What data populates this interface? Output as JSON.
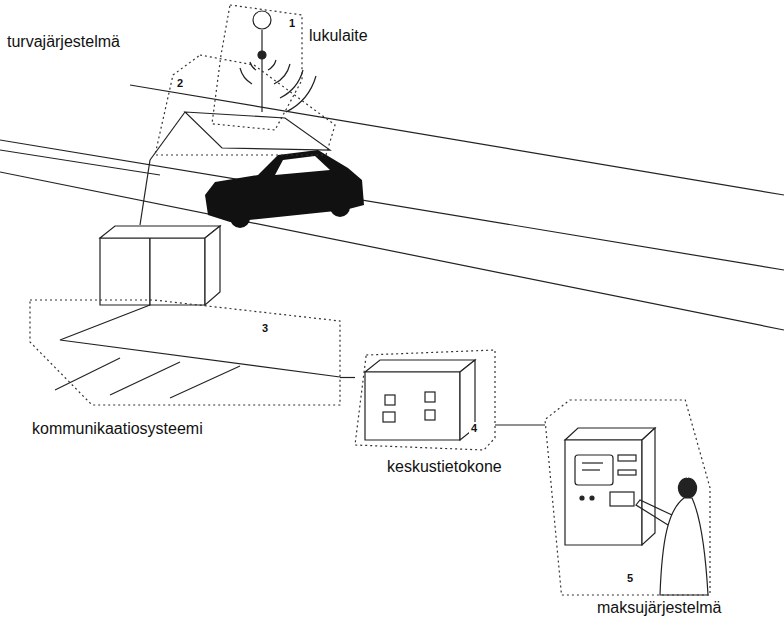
{
  "diagram": {
    "nodes": [
      {
        "text": [
          "lukulaite",
          "1"
        ]
      },
      {
        "text": [
          "turvajärjestelmä",
          "2"
        ]
      },
      {
        "text": [
          "kommunikaatiosysteemi",
          "3"
        ]
      },
      {
        "text": [
          "keskustietokone",
          "4"
        ]
      },
      {
        "text": [
          "maksujärjestelmä",
          "5"
        ]
      }
    ],
    "edges": [
      {
        "from": 2,
        "to": 3,
        "arrow": "none"
      },
      {
        "from": 3,
        "to": 4,
        "arrow": "none"
      }
    ]
  }
}
